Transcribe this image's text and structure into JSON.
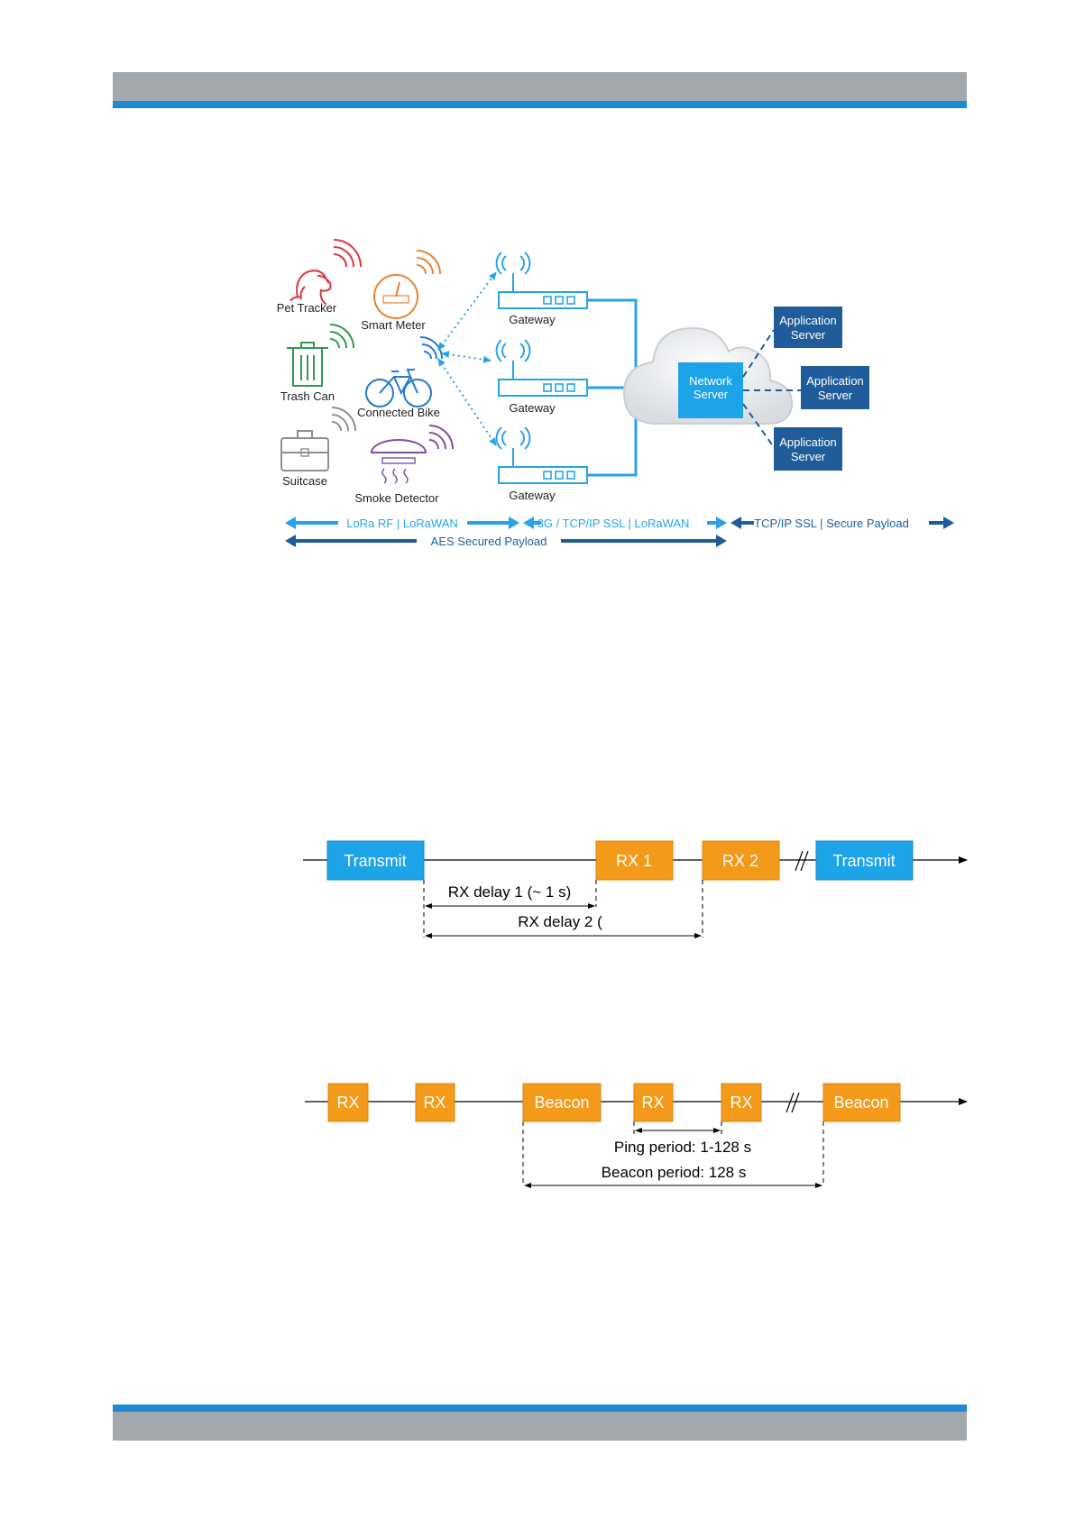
{
  "colors": {
    "header_grey": "#a3a8ad",
    "header_blue": "#1e8ad3",
    "rf_blue": "#27a3e8",
    "dark_blue": "#1f5c99",
    "transmit_blue": "#1ca3e8",
    "rx_orange": "#f49a1a"
  },
  "figure1": {
    "devices": {
      "pet_tracker": "Pet Tracker",
      "smart_meter": "Smart Meter",
      "trash_can": "Trash Can",
      "connected_bike": "Connected Bike",
      "suitcase": "Suitcase",
      "smoke_detector": "Smoke Detector"
    },
    "gateways": [
      "Gateway",
      "Gateway",
      "Gateway"
    ],
    "network_server": [
      "Network",
      "Server"
    ],
    "application_server": [
      "Application",
      "Server"
    ],
    "bottom": {
      "lora": "LoRa RF | LoRaWAN",
      "backhaul": "3G / TCP/IP SSL | LoRaWAN",
      "tcp": "TCP/IP SSL | Secure Payload",
      "aes": "AES Secured Payload"
    }
  },
  "figure2": {
    "transmit": "Transmit",
    "rx1": "RX 1",
    "rx2": "RX 2",
    "transmit2": "Transmit",
    "delay1": "RX delay 1 (~ 1 s)",
    "delay2": "RX delay 2 ("
  },
  "figure3": {
    "rx": "RX",
    "beacon": "Beacon",
    "ping_period": "Ping period: 1-128 s",
    "beacon_period": "Beacon period: 128 s"
  }
}
